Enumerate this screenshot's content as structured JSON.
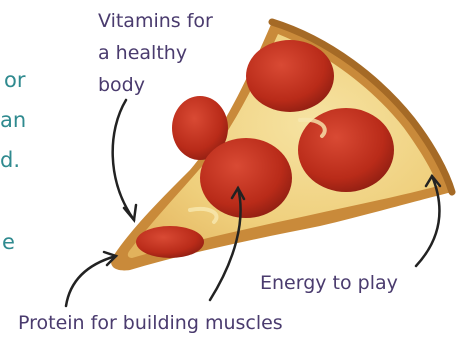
{
  "left_text_fragments": [
    "or",
    "an",
    "d.",
    "e"
  ],
  "labels": {
    "vitamins": [
      "Vitamins for",
      "a healthy",
      "body"
    ],
    "energy": "Energy to play",
    "protein": "Protein for building muscles"
  },
  "colors": {
    "label_text": "#4a3b6e",
    "edge_text": "#2f8a8f",
    "crust": "#c98a3a",
    "cheese": "#f1d68a",
    "pepperoni": "#c2311f",
    "arrow": "#222222"
  }
}
